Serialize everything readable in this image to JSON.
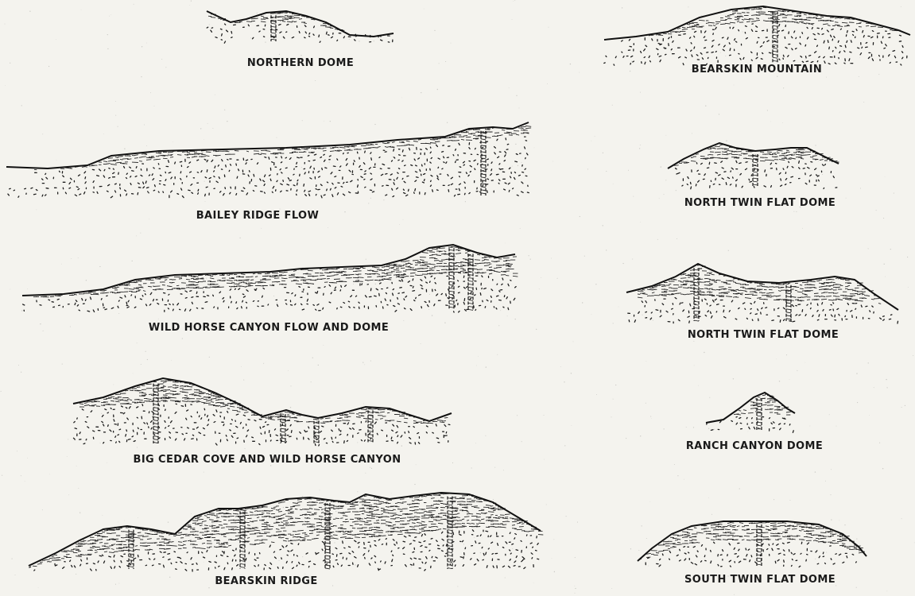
{
  "sections": [
    {
      "id": "northern-dome",
      "label": "NORTHERN DOME"
    },
    {
      "id": "bearskin-mountain",
      "label": "BEARSKIN MOUNTAIN"
    },
    {
      "id": "bailey-ridge-flow",
      "label": "BAILEY RIDGE FLOW"
    },
    {
      "id": "north-twin-flat-dome-1",
      "label": "NORTH TWIN FLAT DOME"
    },
    {
      "id": "wild-horse-canyon-flow-and-dome",
      "label": "WILD HORSE CANYON FLOW AND DOME"
    },
    {
      "id": "north-twin-flat-dome-2",
      "label": "NORTH TWIN FLAT DOME"
    },
    {
      "id": "big-cedar-cove-and-wild-horse-canyon",
      "label": "BIG CEDAR COVE AND WILD HORSE CANYON"
    },
    {
      "id": "ranch-canyon-dome",
      "label": "RANCH CANYON DOME"
    },
    {
      "id": "bearskin-ridge",
      "label": "BEARSKIN RIDGE"
    },
    {
      "id": "south-twin-flat-dome",
      "label": "SOUTH TWIN FLAT DOME"
    }
  ]
}
